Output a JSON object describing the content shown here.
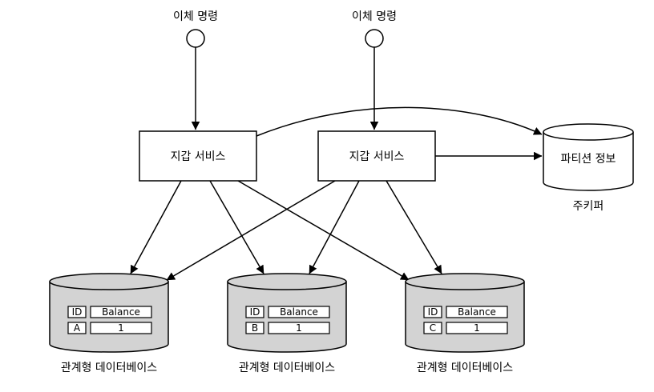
{
  "commands": [
    "이체 명령",
    "이체 명령"
  ],
  "services": [
    "지갑 서비스",
    "지갑 서비스"
  ],
  "zookeeper": {
    "cylinder_label": "파티션 정보",
    "caption": "주키퍼"
  },
  "databases": [
    {
      "caption": "관계형 데이터베이스",
      "header": [
        "ID",
        "Balance"
      ],
      "row": [
        "A",
        "1"
      ]
    },
    {
      "caption": "관계형 데이터베이스",
      "header": [
        "ID",
        "Balance"
      ],
      "row": [
        "B",
        "1"
      ]
    },
    {
      "caption": "관계형 데이터베이스",
      "header": [
        "ID",
        "Balance"
      ],
      "row": [
        "C",
        "1"
      ]
    }
  ]
}
